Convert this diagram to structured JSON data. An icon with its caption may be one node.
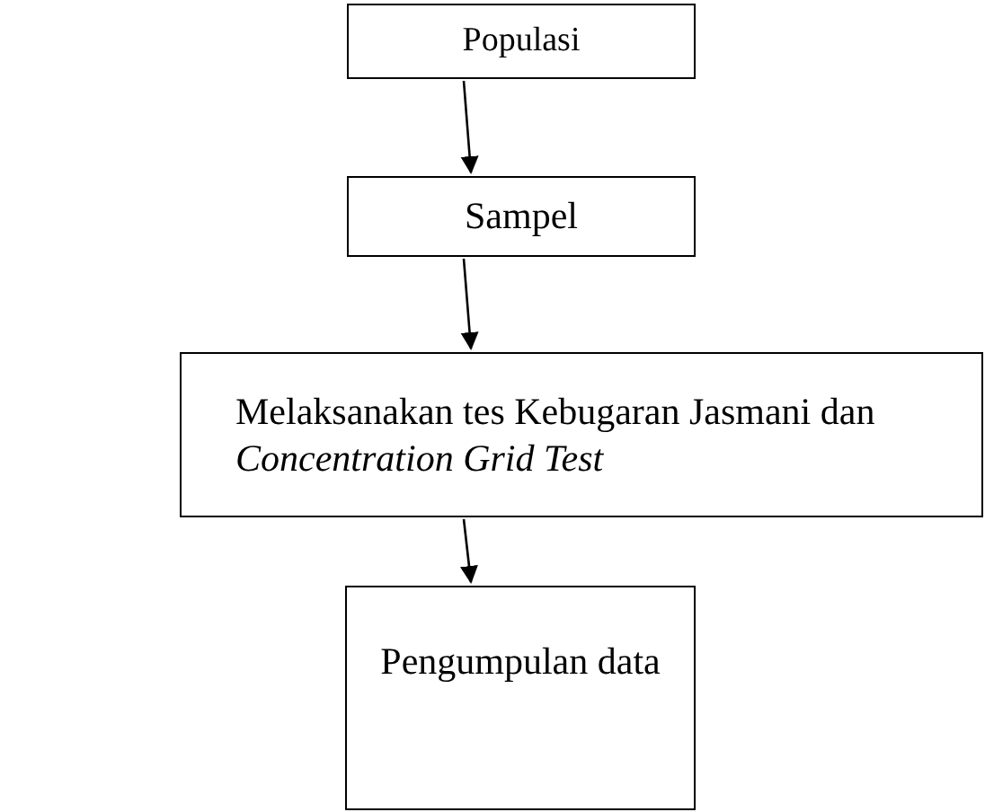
{
  "diagram": {
    "nodes": [
      {
        "text": [
          "Populasi"
        ]
      },
      {
        "text": [
          "Sampel"
        ]
      },
      {
        "text": [
          "Melaksanakan tes Kebugaran Jasmani dan *Concentration Grid Test*"
        ]
      },
      {
        "text": [
          "Pengumpulan data"
        ]
      }
    ],
    "edges": [
      {
        "from": 0,
        "to": 1,
        "arrow": "to"
      },
      {
        "from": 1,
        "to": 2,
        "arrow": "to"
      },
      {
        "from": 2,
        "to": 3,
        "arrow": "to"
      }
    ]
  }
}
